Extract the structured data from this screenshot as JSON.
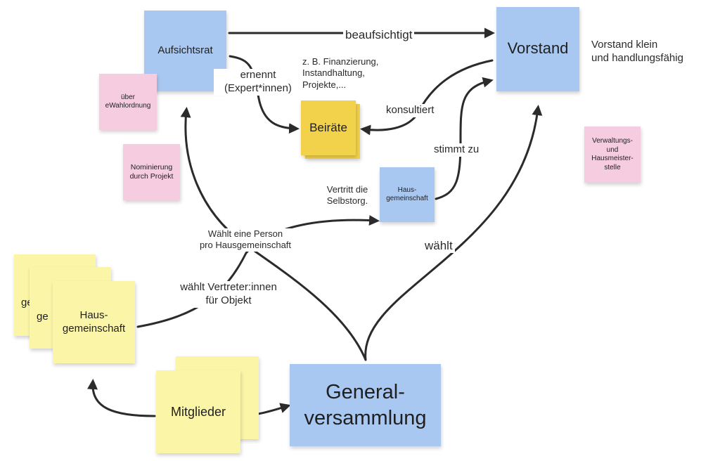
{
  "notes": {
    "aufsichtsrat": "Aufsichtsrat",
    "vorstand": "Vorstand",
    "beiraete": "Beiräte",
    "hausgemeinschaft_small": "Haus-\ngemeinschaft",
    "ewahlordnung": "über\neWahlordnung",
    "nominierung": "Nominierung\ndurch Projekt",
    "verwaltung": "Verwaltungs-\nund\nHausmeister-\nstelle",
    "hausgemeinschaft_big": "Haus-\ngemeinschaft",
    "stack_peek_1": "ge",
    "stack_peek_2": "ge",
    "mitglieder": "Mitglieder",
    "generalversammlung": "General-\nversammlung"
  },
  "edge_labels": {
    "beaufsichtigt": "beaufsichtigt",
    "ernennt": "ernennt\n(Expert*innen)",
    "beispiele": "z. B. Finanzierung,\nInstandhaltung,\nProjekte,...",
    "konsultiert": "konsultiert",
    "stimmt_zu": "stimmt zu",
    "vertritt": "Vertritt die\nSelbstorg.",
    "waehlt": "wählt",
    "waehlt_person": "Wählt eine Person\npro Hausgemeinschaft",
    "waehlt_vertreter": "wählt Vertreter:innen\nfür Objekt",
    "vorstand_note": "Vorstand klein\nund handlungsfähig"
  },
  "colors": {
    "blue": "#a9c8f1",
    "pink": "#f6cce1",
    "yellow": "#fbf5a7",
    "gold": "#f2d14b",
    "connector": "#2b2b2b"
  }
}
